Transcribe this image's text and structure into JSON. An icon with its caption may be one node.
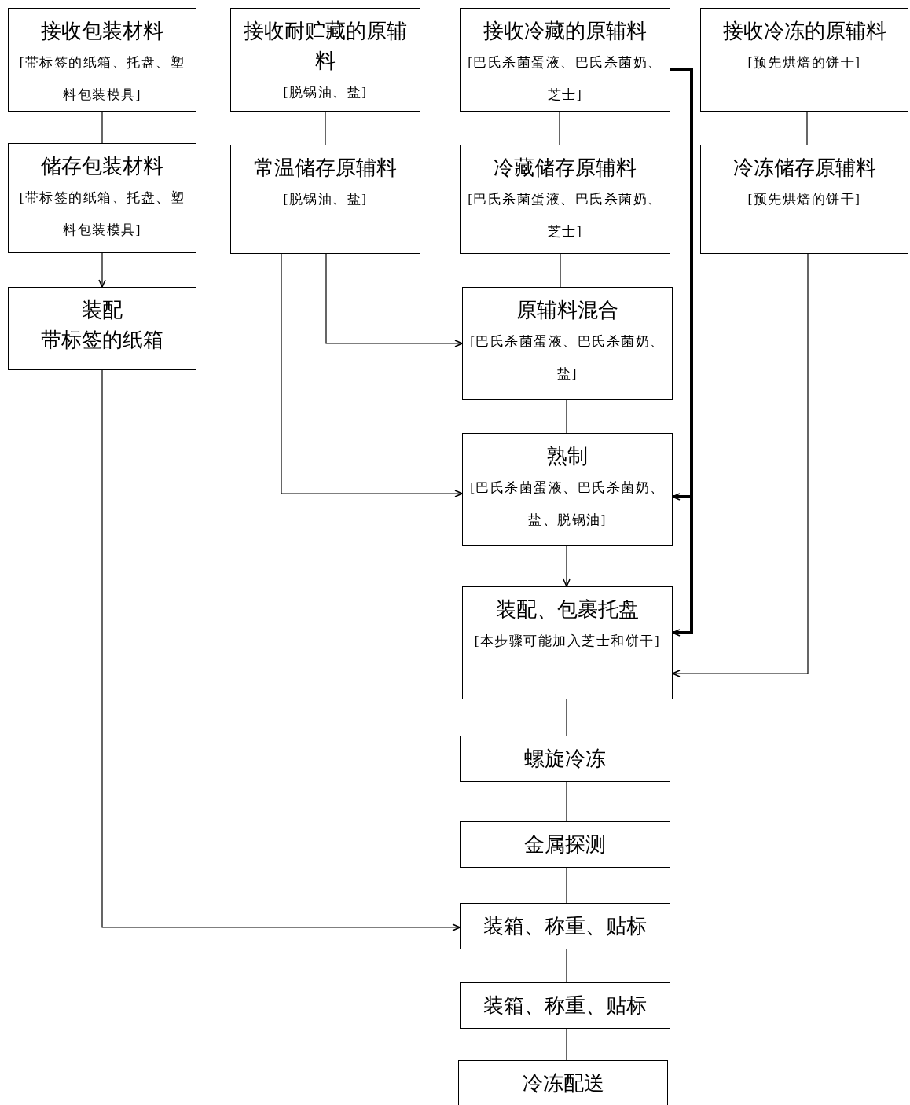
{
  "diagram": {
    "nodes": [
      {
        "text": [
          "接收包装材料",
          "[带标签的纸箱、托盘、塑料包装模具]"
        ]
      },
      {
        "text": [
          "接收耐贮藏的原辅料",
          "[脱锅油、盐]"
        ]
      },
      {
        "text": [
          "接收冷藏的原辅料",
          "[巴氏杀菌蛋液、巴氏杀菌奶、芝士]"
        ]
      },
      {
        "text": [
          "接收冷冻的原辅料",
          "[预先烘焙的饼干]"
        ]
      },
      {
        "text": [
          "储存包装材料",
          "[带标签的纸箱、托盘、塑料包装模具]"
        ]
      },
      {
        "text": [
          "常温储存原辅料",
          "[脱锅油、盐]"
        ]
      },
      {
        "text": [
          "冷藏储存原辅料",
          "[巴氏杀菌蛋液、巴氏杀菌奶、芝士]"
        ]
      },
      {
        "text": [
          "冷冻储存原辅料",
          "[预先烘焙的饼干]"
        ]
      },
      {
        "text": [
          "装配",
          "带标签的纸箱"
        ]
      },
      {
        "text": [
          "原辅料混合",
          "[巴氏杀菌蛋液、巴氏杀菌奶、盐]"
        ]
      },
      {
        "text": [
          "熟制",
          "[巴氏杀菌蛋液、巴氏杀菌奶、盐、脱锅油]"
        ]
      },
      {
        "text": [
          "装配、包裹托盘",
          "[本步骤可能加入芝士和饼干]"
        ]
      },
      {
        "text": [
          "螺旋冷冻"
        ]
      },
      {
        "text": [
          "金属探测"
        ]
      },
      {
        "text": [
          "装箱、称重、贴标"
        ]
      },
      {
        "text": [
          "装箱、称重、贴标"
        ]
      },
      {
        "text": [
          "冷冻配送"
        ]
      }
    ],
    "edges": [
      {
        "from": 0,
        "to": 4,
        "arrow": "none"
      },
      {
        "from": 1,
        "to": 5,
        "arrow": "none"
      },
      {
        "from": 2,
        "to": 6,
        "arrow": "none"
      },
      {
        "from": 3,
        "to": 7,
        "arrow": "none"
      },
      {
        "from": 4,
        "to": 8,
        "arrow": "to"
      },
      {
        "from": 6,
        "to": 9,
        "arrow": "none"
      },
      {
        "from": 5,
        "to": 9,
        "arrow": "to"
      },
      {
        "from": 5,
        "to": 10,
        "arrow": "to"
      },
      {
        "from": 9,
        "to": 10,
        "arrow": "none"
      },
      {
        "from": 10,
        "to": 11,
        "arrow": "to"
      },
      {
        "from": 2,
        "to": 10,
        "arrow": "to",
        "style": "thick"
      },
      {
        "from": 2,
        "to": 11,
        "arrow": "to",
        "style": "thick"
      },
      {
        "from": 7,
        "to": 11,
        "arrow": "to"
      },
      {
        "from": 11,
        "to": 12,
        "arrow": "none"
      },
      {
        "from": 12,
        "to": 13,
        "arrow": "none"
      },
      {
        "from": 13,
        "to": 14,
        "arrow": "none"
      },
      {
        "from": 8,
        "to": 14,
        "arrow": "to"
      },
      {
        "from": 14,
        "to": 15,
        "arrow": "none"
      },
      {
        "from": 15,
        "to": 16,
        "arrow": "none"
      }
    ]
  }
}
